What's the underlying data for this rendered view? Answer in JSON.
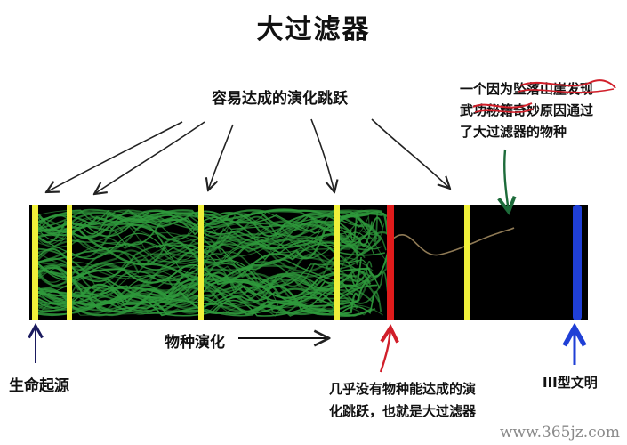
{
  "title": "大过滤器",
  "easy_transitions_label": "容易达成的演化跳跃",
  "note": {
    "line1": "一个因为坠落山崖发现",
    "line2": "武功秘籍奇妙原因通过",
    "line3": "了大过滤器的物种"
  },
  "origin_label": "生命起源",
  "evolution_label": "物种演化",
  "filter_caption": "几乎没有物种能达成的演化跳跃，也就是大过滤器",
  "civ_label": "III型文明",
  "watermark": "www.365jz.com",
  "colors": {
    "band": "#000000",
    "easy_barrier": "#f0f03a",
    "great_filter": "#e01b1b",
    "civilization": "#1f3fd6",
    "strands": "#2f9a3c",
    "green_arrow": "#1d6b3a",
    "strike": "#d11f2a"
  }
}
